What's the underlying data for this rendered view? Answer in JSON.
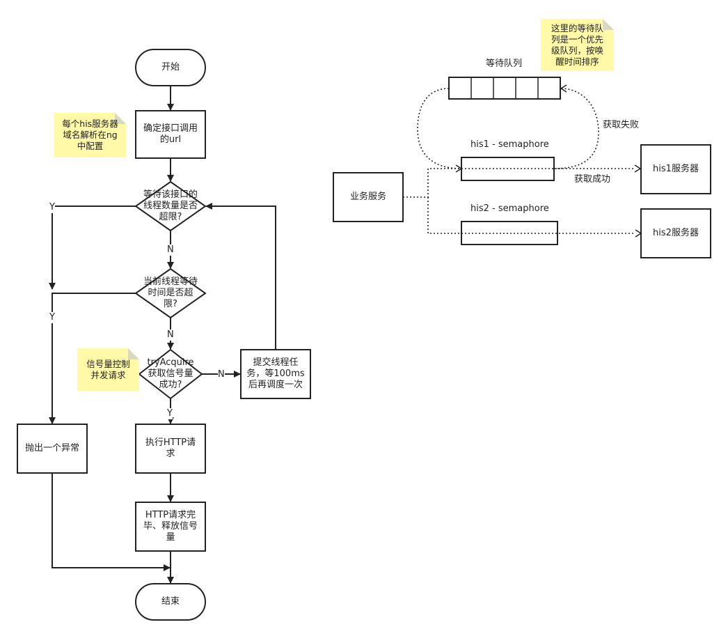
{
  "flowchart": {
    "start": "开始",
    "determine_url": "确定接口调用\n的url",
    "check_thread_count": "等待该接口的\n线程数量是否\n超限?",
    "check_wait_time": "当前线程等待\n时间是否超\n限?",
    "try_acquire": "tryAcquire\n获取信号量\n成功?",
    "resubmit": "提交线程任\n务，等100ms\n后再调度一次",
    "throw_exception": "抛出一个异常",
    "execute_http": "执行HTTP请\n求",
    "http_done": "HTTP请求完\n毕、释放信号\n量",
    "end": "结束",
    "edge_labels": {
      "n1": "N",
      "n2": "N",
      "n3": "N",
      "y1": "Y",
      "y2": "Y",
      "y3": "Y"
    },
    "notes": {
      "ng_config": "每个his服务器\n域名解析在ng\n中配置",
      "semaphore_control": "信号量控制\n并发请求"
    }
  },
  "architecture": {
    "queue_label": "等待队列",
    "queue_note": "这里的等待队\n列是一个优先\n级队列，按唤\n醒时间排序",
    "business_service": "业务服务",
    "his1_semaphore": "his1 - semaphore",
    "his2_semaphore": "his2 - semaphore",
    "his1_server": "his1服务器",
    "his2_server": "his2服务器",
    "acquire_fail": "获取失败",
    "acquire_success": "获取成功"
  },
  "colors": {
    "stroke": "#222222",
    "note_fill": "#fff9a8",
    "note_fold": "#d9d9c0"
  }
}
